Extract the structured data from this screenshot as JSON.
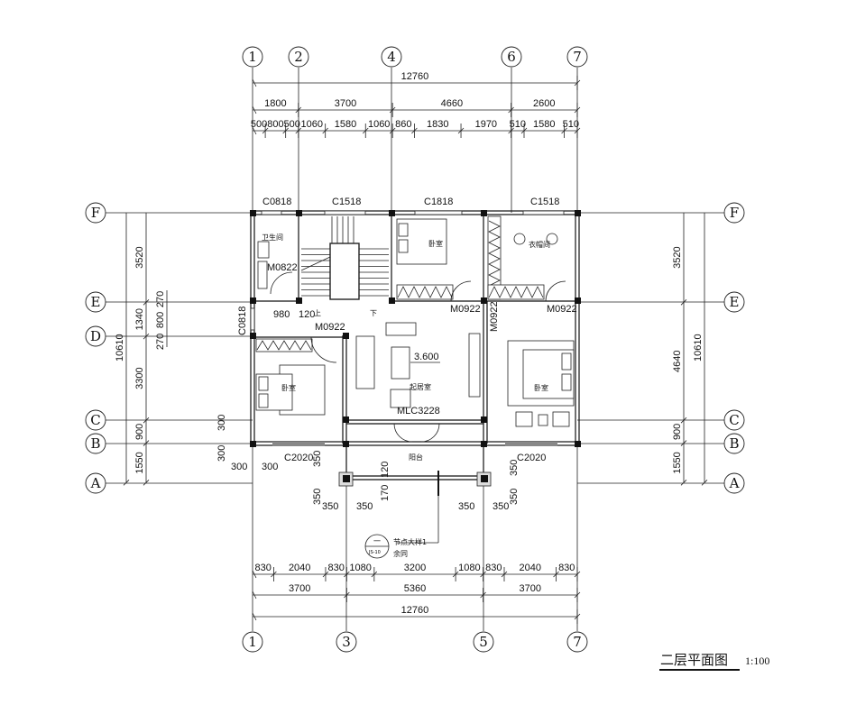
{
  "title": "二层平面图",
  "scale": "1:100",
  "axes": {
    "top": [
      "1",
      "2",
      "4",
      "6",
      "7"
    ],
    "bottom": [
      "1",
      "3",
      "5",
      "7"
    ],
    "left": [
      "F",
      "E",
      "D",
      "C",
      "B",
      "A"
    ],
    "right": [
      "F",
      "E",
      "C",
      "B",
      "A"
    ]
  },
  "top_dims": {
    "overall": [
      "12760"
    ],
    "row2": [
      "1800",
      "3700",
      "4660",
      "2600"
    ],
    "row3": [
      "500",
      "800",
      "500",
      "1060",
      "1580",
      "1060",
      "860",
      "1830",
      "1970",
      "510",
      "1580",
      "510"
    ]
  },
  "bottom_dims": {
    "row1": [
      "830",
      "2040",
      "830",
      "1080",
      "3200",
      "1080",
      "830",
      "2040",
      "830"
    ],
    "row2": [
      "3700",
      "5360",
      "3700"
    ],
    "overall": [
      "12760"
    ]
  },
  "left_dims": {
    "overall": [
      "10610"
    ],
    "row2": [
      "3520",
      "1340",
      "3300",
      "900",
      "1550"
    ],
    "row3": [
      "270",
      "800",
      "270"
    ]
  },
  "right_dims": {
    "row1": [
      "3520",
      "4640",
      "900",
      "1550"
    ],
    "overall": [
      "10610"
    ]
  },
  "rooms": {
    "bathroom": "卫生间",
    "bedroom_north": "卧室",
    "closet": "衣帽间",
    "bedroom_west": "卧室",
    "living": "起居室",
    "bedroom_east": "卧室",
    "balcony": "阳台"
  },
  "openings": {
    "c0818_top": "C0818",
    "c1518_a": "C1518",
    "c1818": "C1818",
    "c1518_b": "C1518",
    "c0818_side": "C0818",
    "c2020_a": "C2020",
    "c2020_b": "C2020",
    "m0822": "M0822",
    "m0922_a": "M0922",
    "m0922_b": "M0922",
    "m0922_c": "M0922",
    "m0922_d": "M0922",
    "mlc3228": "MLC3228"
  },
  "annotations": {
    "dim_980": "980",
    "dim_120": "120",
    "up": "上",
    "down": "下",
    "elevation": "3.600",
    "small": [
      "300",
      "300",
      "300",
      "300",
      "350",
      "350",
      "350",
      "350",
      "120",
      "170",
      "350",
      "350",
      "350",
      "350"
    ],
    "detail_label": "节点大样1",
    "detail_note": "余同",
    "detail_num": "一",
    "detail_sheet": "JS-10"
  }
}
